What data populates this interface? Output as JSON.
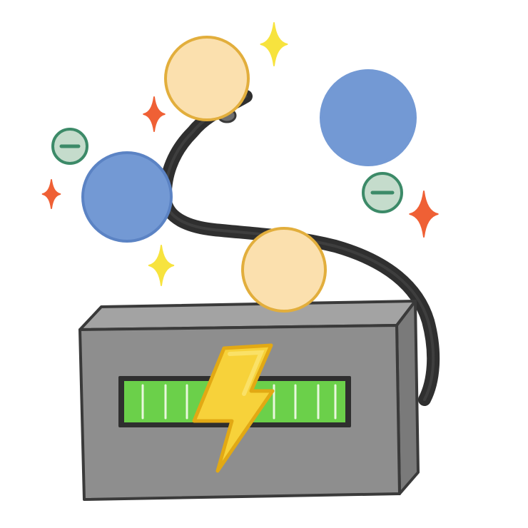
{
  "illustration": {
    "subject": "battery-with-charged-particles",
    "colors": {
      "battery_front": "#8e8e8e",
      "battery_top": "#a3a3a3",
      "battery_side": "#7a7a7a",
      "outline": "#3a3a3a",
      "gauge_green": "#6bd04a",
      "gauge_stripe": "#e9f7dd",
      "bolt_yellow": "#f7d23a",
      "bolt_stroke": "#e2a914",
      "cable": "#2f2f2f",
      "atom_blue": "#7399d4",
      "atom_blue_stroke": "#5b83c4",
      "atom_peach": "#fbe0ae",
      "atom_peach_stroke": "#e2ae3c",
      "electron_fill": "#c5dccc",
      "electron_stroke": "#3c8a68",
      "sparkle_yellow": "#f7e33e",
      "sparkle_orange": "#ef6035"
    },
    "icons": [
      "battery-icon",
      "lightning-bolt-icon",
      "cable",
      "atom-blue",
      "atom-peach",
      "electron-minus-icon",
      "sparkle-icon"
    ],
    "charge_level": 1.0
  }
}
